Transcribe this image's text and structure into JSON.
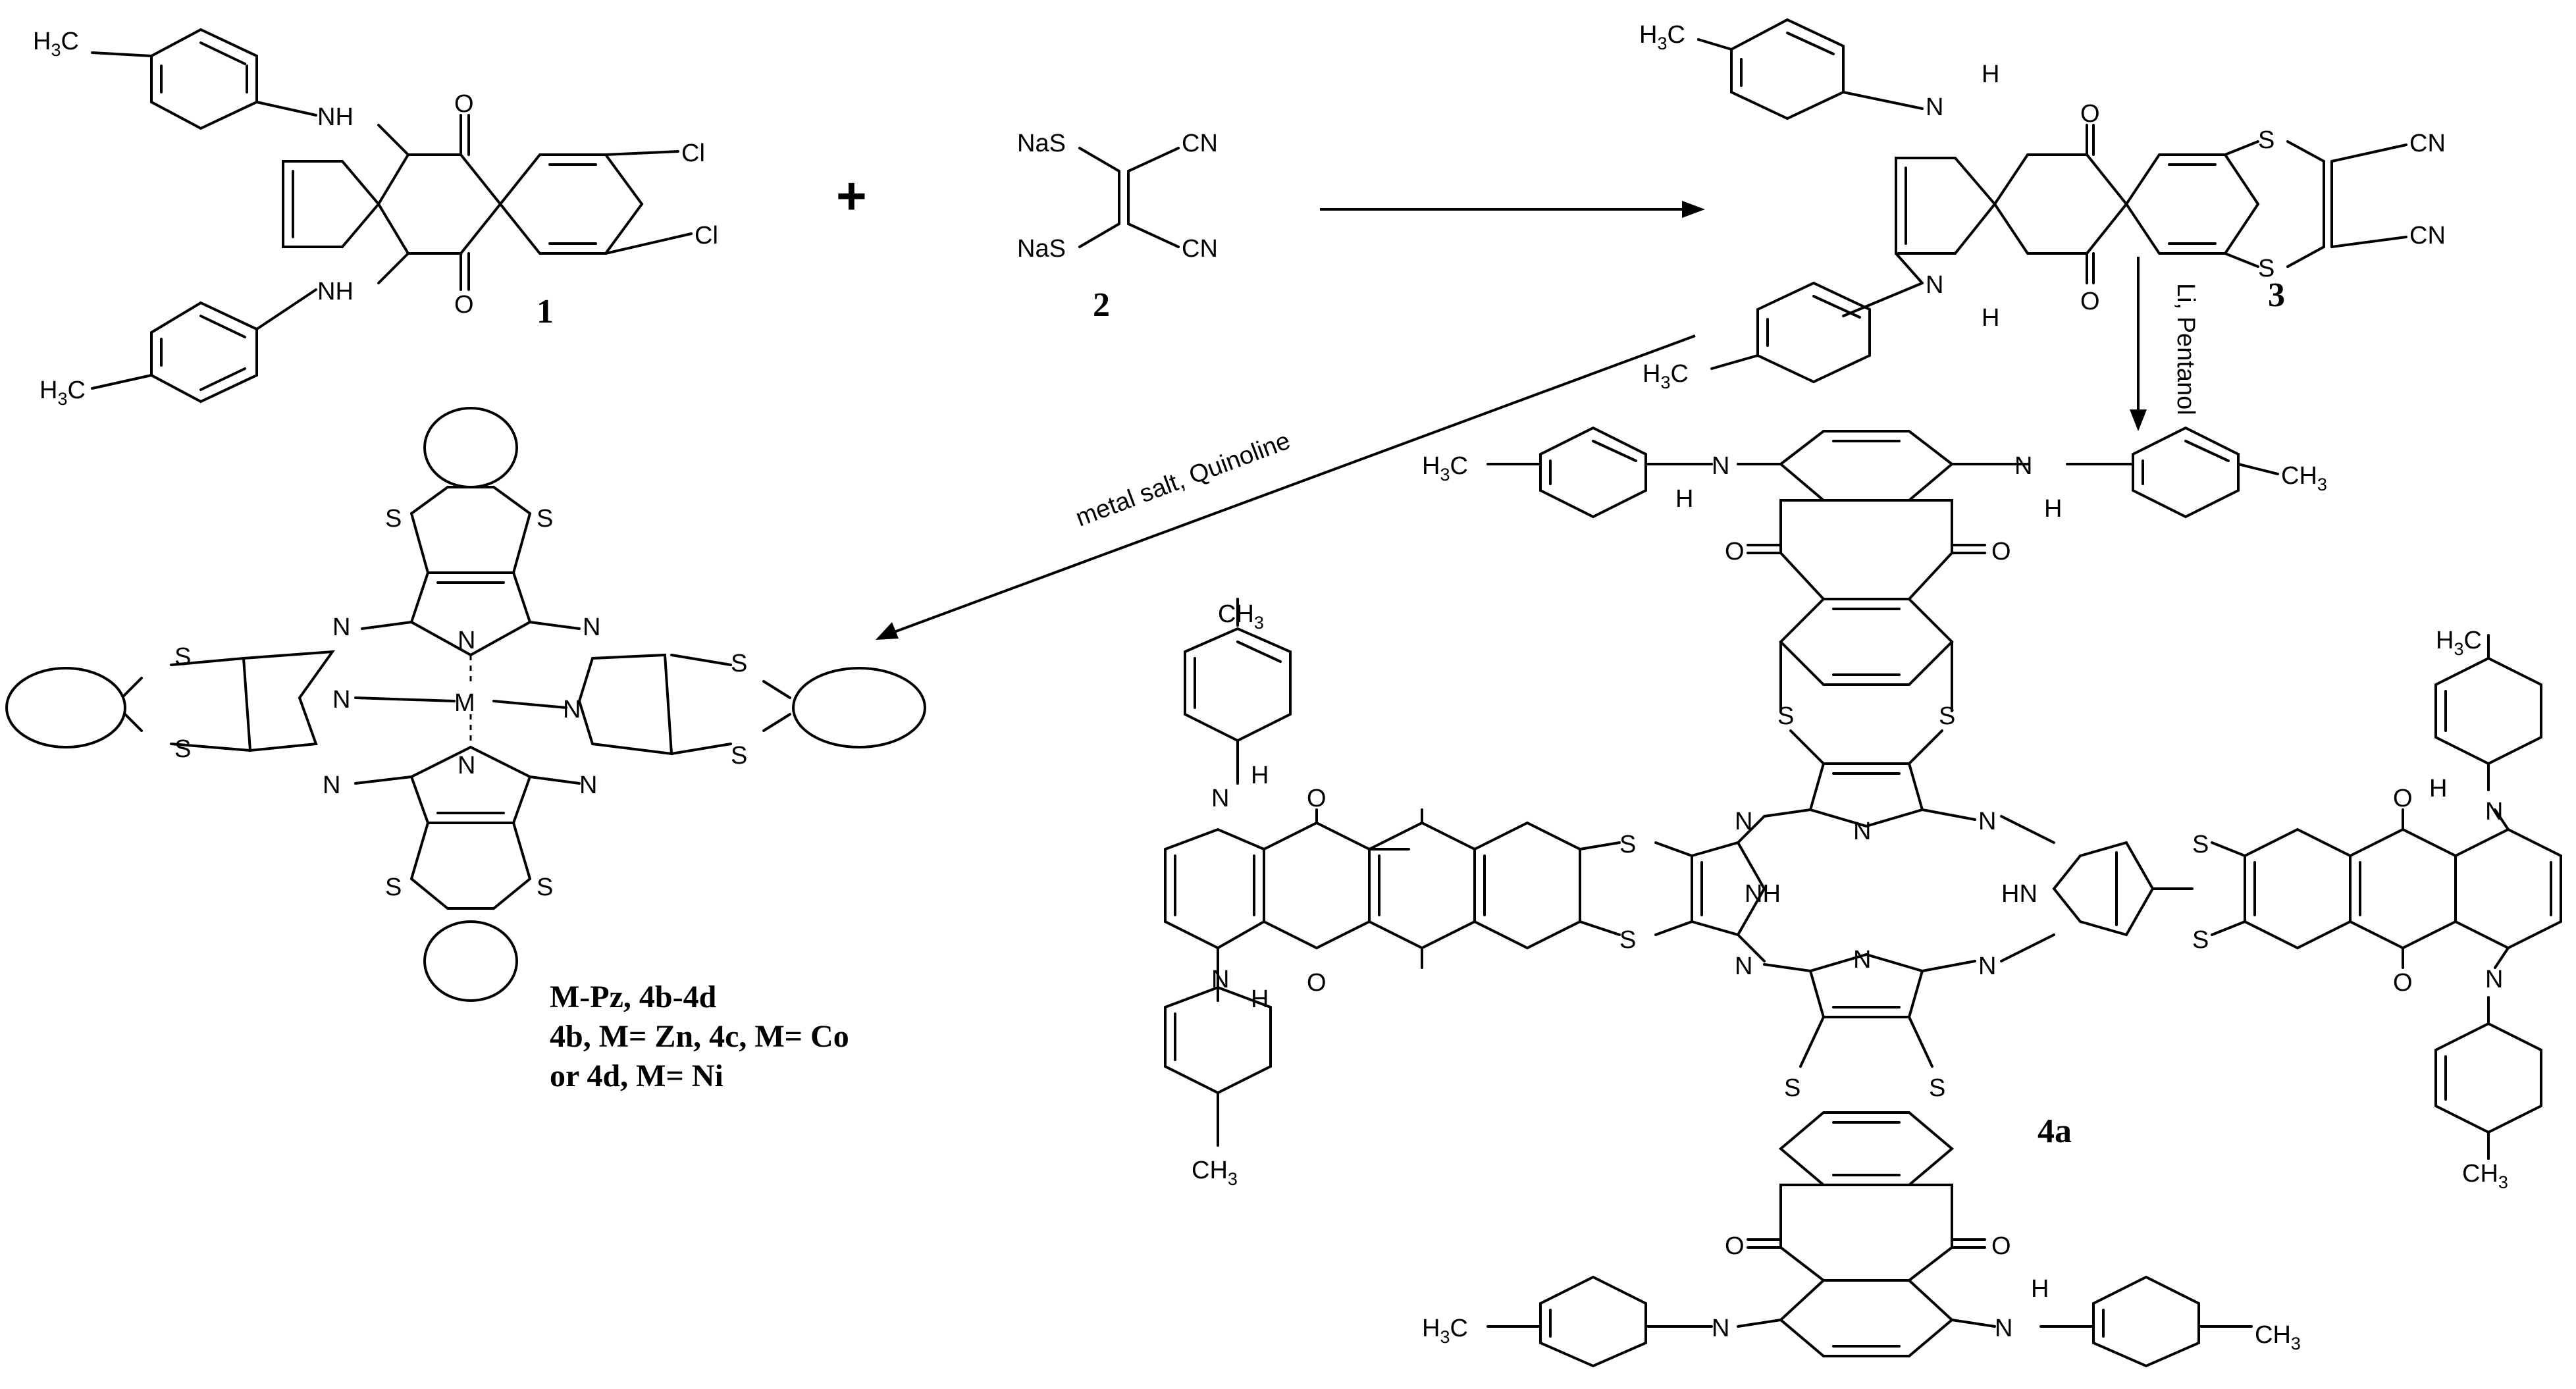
{
  "compounds": {
    "c1": "1",
    "c2": "2",
    "c3": "3",
    "c4a": "4a"
  },
  "symbols": {
    "plus": "+",
    "nas": "NaS",
    "cn": "CN",
    "cl": "Cl",
    "nh": "NH",
    "hn": "HN",
    "n": "N",
    "h": "H",
    "s": "S",
    "o": "O",
    "m": "M",
    "ch": "CH",
    "three": "3",
    "hc": "H",
    "c": "C"
  },
  "conditions": {
    "metal_salt": "metal salt, Quinoline",
    "li_pentanol": "Li, Pentanol"
  },
  "caption": {
    "line1": "M-Pz,  4b-4d",
    "line2": "4b, M= Zn, 4c, M= Co",
    "line3": "or 4d, M= Ni"
  },
  "colors": {
    "ink": "#000000",
    "background": "#ffffff"
  }
}
